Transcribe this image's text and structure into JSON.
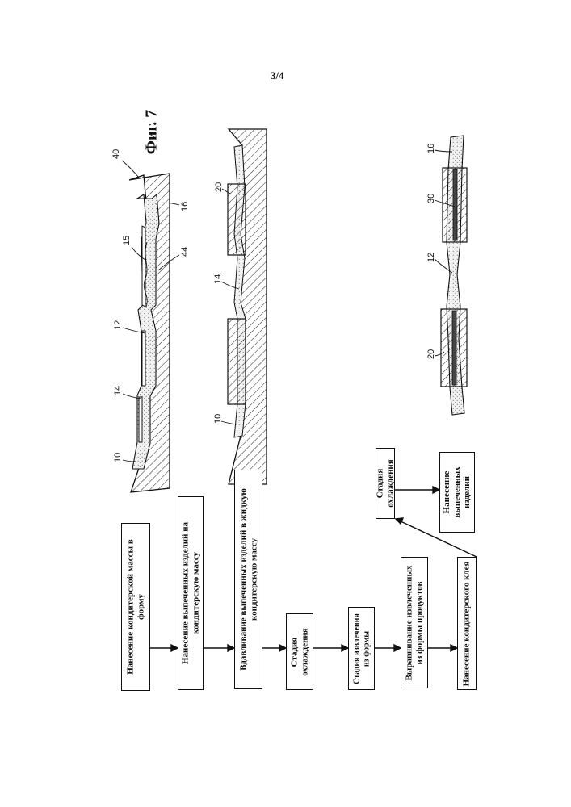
{
  "page": {
    "number": "3/4",
    "figure_title": "Фиг. 7"
  },
  "flowchart": {
    "steps": [
      "Нанесение кондитерской массы в форму",
      "Нанесение выпеченных изделий на кондитерскую массу",
      "Вдавливание выпеченных изделий в жидкую кондитерскую массу",
      "Стадия охлаждения",
      "Стадия извлечения из формы",
      "Выравнивание извлеченных из формы продуктов",
      "Нанесение кондитерского клея"
    ],
    "branch_steps": [
      "Стадия охлаждения",
      "Нанесение выпеченных изделий"
    ]
  },
  "labels": {
    "top": [
      "40",
      "16",
      "44",
      "15",
      "12",
      "14",
      "10"
    ],
    "middle": [
      "20",
      "14",
      "10"
    ],
    "bottom": [
      "16",
      "30",
      "12",
      "20"
    ]
  },
  "colors": {
    "ink": "#111111",
    "paper": "#ffffff"
  }
}
